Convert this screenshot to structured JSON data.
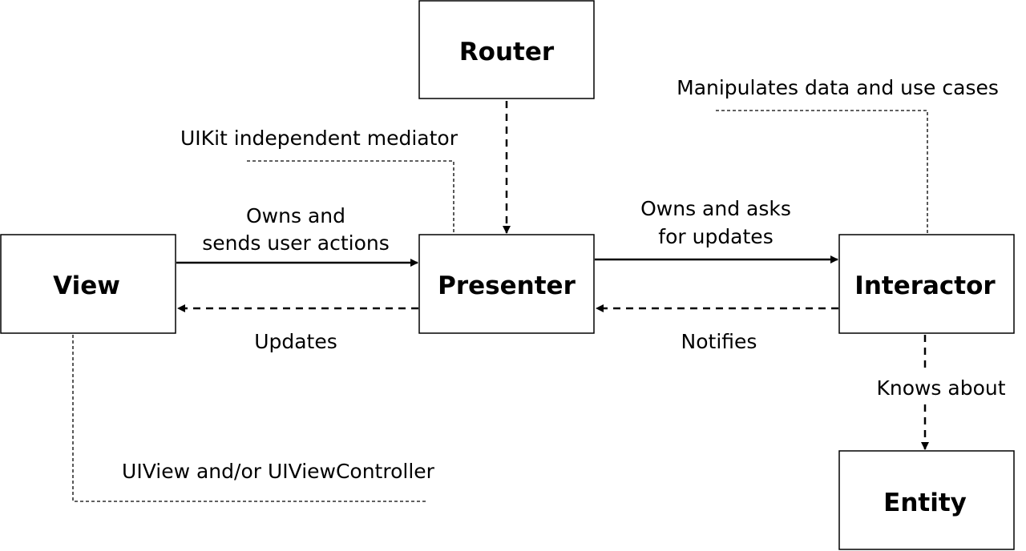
{
  "boxes": {
    "router": "Router",
    "view": "View",
    "presenter": "Presenter",
    "interactor": "Interactor",
    "entity": "Entity"
  },
  "edges": {
    "view_to_presenter": [
      "Owns and",
      "sends user actions"
    ],
    "presenter_to_view": "Updates",
    "presenter_to_interactor": [
      "Owns and asks",
      "for updates"
    ],
    "interactor_to_presenter": "Notifies",
    "interactor_to_entity": "Knows about"
  },
  "notes": {
    "presenter": "UIKit independent mediator",
    "interactor": "Manipulates data and use cases",
    "view": "UIView and/or UIViewController"
  }
}
